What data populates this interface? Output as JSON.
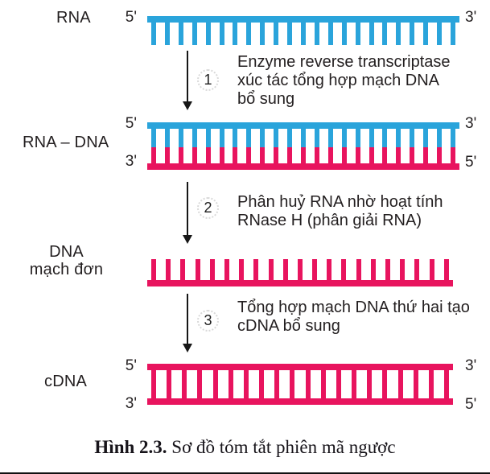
{
  "colors": {
    "rna": "#2aa4db",
    "dna": "#e8145e",
    "text": "#231f20",
    "circle": "#d9d9d9"
  },
  "rows": {
    "rna": {
      "label": "RNA",
      "left_prime": "5'",
      "right_prime": "3'"
    },
    "hybrid": {
      "label": "RNA – DNA",
      "top_left_prime": "5'",
      "top_right_prime": "3'",
      "bottom_left_prime": "3'",
      "bottom_right_prime": "5'"
    },
    "ssdna": {
      "label_line1": "DNA",
      "label_line2": "mạch đơn"
    },
    "cdna": {
      "label": "cDNA",
      "top_left_prime": "5'",
      "top_right_prime": "3'",
      "bottom_left_prime": "3'",
      "bottom_right_prime": "5'"
    }
  },
  "steps": [
    {
      "number": "1",
      "lines": [
        "Enzyme reverse transcriptase",
        "xúc tác tổng hợp mạch DNA",
        "bổ sung"
      ]
    },
    {
      "number": "2",
      "lines": [
        "Phân huỷ RNA nhờ hoạt tính",
        "RNase H (phân giải RNA)"
      ]
    },
    {
      "number": "3",
      "lines": [
        "Tổng hợp mạch DNA thứ hai tạo",
        "cDNA bổ sung"
      ]
    }
  ],
  "strands": {
    "rna_teeth": 23,
    "hybrid_rungs": 23,
    "ssdna_teeth": 21,
    "cdna_rungs": 20
  },
  "caption": {
    "bold": "Hình 2.3.",
    "text": " Sơ đồ tóm tắt phiên mã ngược"
  }
}
